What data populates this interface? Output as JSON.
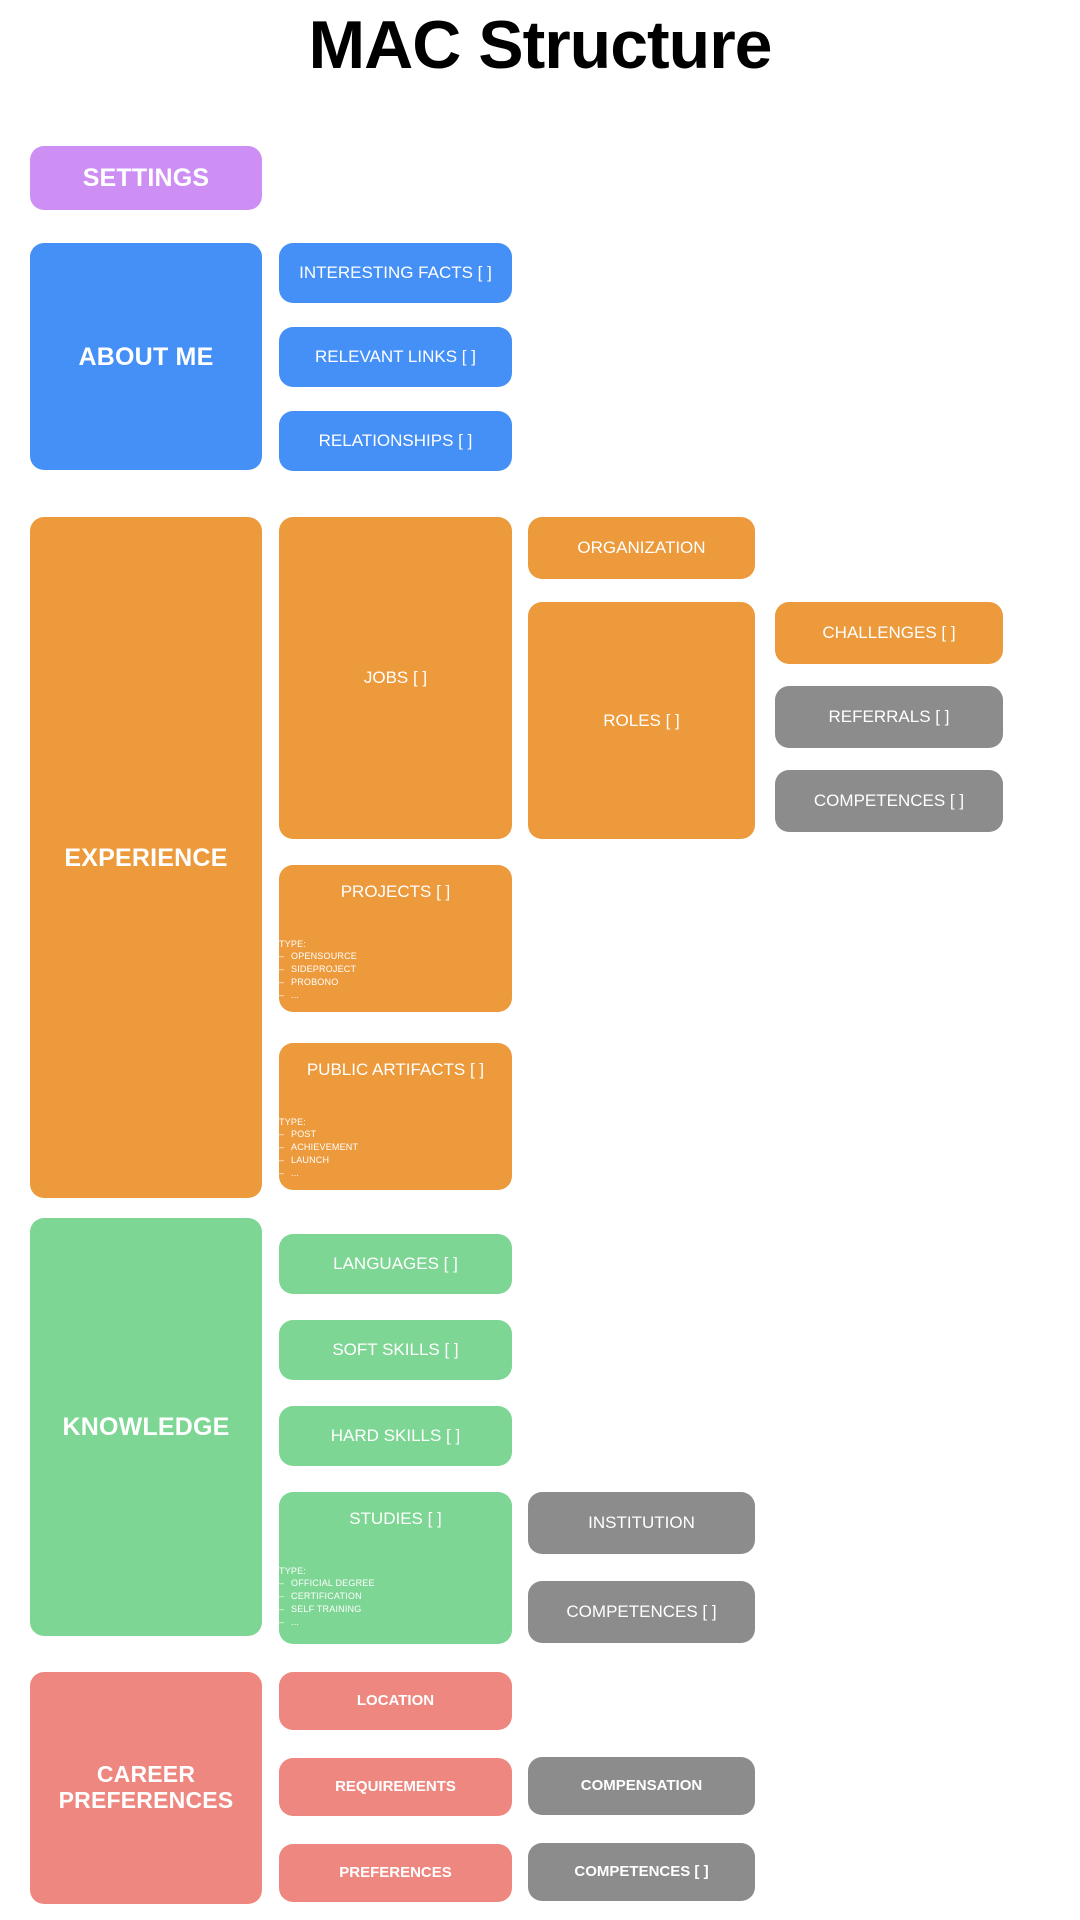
{
  "page": {
    "title": "MAC Structure",
    "background": "#ffffff"
  },
  "colors": {
    "settings": "#ce8ff5",
    "about_me": "#4590f7",
    "experience": "#ec9a3c",
    "knowledge": "#7ed694",
    "career_preferences": "#ee8780",
    "shared_entity": "#8c8c8c",
    "text": "#ffffff",
    "title_text": "#000000"
  },
  "sections": {
    "settings": {
      "label": "SETTINGS"
    },
    "about_me": {
      "label": "ABOUT ME",
      "children": [
        {
          "label": "INTERESTING FACTS [ ]"
        },
        {
          "label": "RELEVANT LINKS [ ]"
        },
        {
          "label": "RELATIONSHIPS [ ]"
        }
      ]
    },
    "experience": {
      "label": "EXPERIENCE",
      "jobs": {
        "label": "JOBS [ ]"
      },
      "organization": {
        "label": "ORGANIZATION"
      },
      "roles": {
        "label": "ROLES [ ]"
      },
      "challenges": {
        "label": "CHALLENGES [ ]"
      },
      "referrals": {
        "label": "REFERRALS [ ]"
      },
      "competences": {
        "label": "COMPETENCES [ ]"
      },
      "projects": {
        "label": "PROJECTS [ ]",
        "type_head": "TYPE:",
        "types": [
          "OPENSOURCE",
          "SIDEPROJECT",
          "PROBONO",
          "..."
        ]
      },
      "public_artifacts": {
        "label": "PUBLIC ARTIFACTS [ ]",
        "type_head": "TYPE:",
        "types": [
          "POST",
          "ACHIEVEMENT",
          "LAUNCH",
          "..."
        ]
      }
    },
    "knowledge": {
      "label": "KNOWLEDGE",
      "languages": {
        "label": "LANGUAGES [ ]"
      },
      "soft_skills": {
        "label": "SOFT SKILLS [ ]"
      },
      "hard_skills": {
        "label": "HARD SKILLS [ ]"
      },
      "studies": {
        "label": "STUDIES [ ]",
        "type_head": "TYPE:",
        "types": [
          "OFFICIAL DEGREE",
          "CERTIFICATION",
          "SELF TRAINING",
          "..."
        ]
      },
      "institution": {
        "label": "INSTITUTION"
      },
      "competences": {
        "label": "COMPETENCES [ ]"
      }
    },
    "career_preferences": {
      "label_line1": "CAREER",
      "label_line2": "PREFERENCES",
      "location": {
        "label": "LOCATION"
      },
      "requirements": {
        "label": "REQUIREMENTS"
      },
      "preferences": {
        "label": "PREFERENCES"
      },
      "compensation": {
        "label": "COMPENSATION"
      },
      "competences": {
        "label": "COMPETENCES [ ]"
      }
    }
  }
}
